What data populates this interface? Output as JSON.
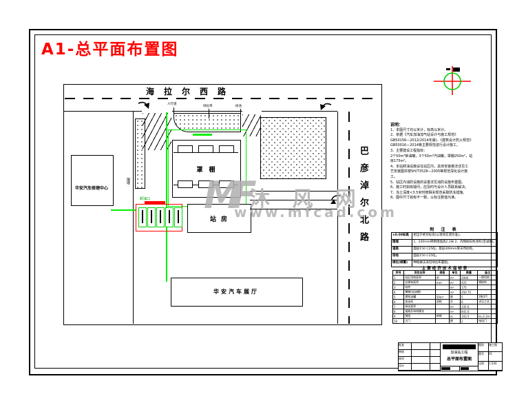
{
  "title": "A1-总平面布置图",
  "watermark": {
    "logo": "MF",
    "brand": "沐 风 网",
    "url": "www.mfcad.com"
  },
  "plan": {
    "road_north": "海拉尔西路",
    "road_east": "巴彦淖尔北路",
    "repair_center": "华安汽车修理中心",
    "canopy": "罩棚",
    "station_house": "站房",
    "showroom": "华安汽车展厅",
    "callout_1": "人行道",
    "callout_2": "绿化带",
    "callout_3": "树池",
    "unload_label": "卸油口",
    "fence_label": "围墙"
  },
  "notes": {
    "heading": "说明：",
    "lines": [
      "1、本图尺寸均以米计，标高以米计。",
      "2、依据《汽车加油加气站设计与施工规范》",
      "GB50156—2012(2014年版)、《建筑设计防火规范》",
      "GB50016—2014等主要规范进行设计施工。",
      "3、主要建设工程指标：",
      "2个50m³柴油罐，3个50m³汽油罐，罩棚250m²，站",
      "房175m²。",
      "4、本站卸油设施设在站区内，具体安装做法详见工",
      "艺安装图并按SH/T3528—2005等规范深化设计施",
      "工。",
      "5、站区内消防设施的设置详见消防设施布置图。",
      "6、施工时如有疑问，应及时与设计人员联系解决。",
      "7、冻土深度<3.5米时按相关规范采取防冻措施。",
      "8、图中尺寸如有不一致，以标注数值为准。"
    ]
  },
  "legend_table": {
    "title": "附 注 表",
    "rows": [
      {
        "label": "±0.00标高",
        "desc": "相当于绝对标高(以现场实测为准)。"
      },
      {
        "label": "围墙",
        "desc": "1、240mm砖砌围墙高2.2米 2、内侧刷白色涂料(见详图)。"
      },
      {
        "label": "道路",
        "desc": "面层150 C25砼，基层300mm厚天然砂砾。"
      },
      {
        "label": "场地",
        "desc": "面层150 C25砼。"
      },
      {
        "label": "绿化(绿篱)",
        "desc": "种植做法详见绿化布置图。"
      }
    ]
  },
  "indicator_table": {
    "title": "主要经济技术指标表",
    "headers": [
      "序号",
      "项目名称",
      "规格",
      "单位",
      "数量",
      "备注"
    ],
    "rows": [
      [
        "1",
        "站区用地面积",
        "亩",
        "m²",
        "2000",
        "一期用地"
      ],
      [
        "2",
        "总建筑面积",
        "mm",
        "m²",
        "425",
        "钢结构"
      ],
      [
        "3",
        "站房",
        "",
        "m²",
        "175",
        ""
      ],
      [
        "4",
        "罩棚(加油棚)",
        "",
        "m²",
        "250.75",
        ""
      ],
      [
        "5",
        "埋地油罐",
        "50m³",
        "座",
        "5",
        "2柴3汽"
      ],
      [
        "6",
        "加油机",
        "双枪",
        "台",
        "6",
        "详见工艺"
      ],
      [
        "7",
        "绿化面积",
        "",
        "m²",
        "335.6",
        ""
      ],
      [
        "8",
        "道路及场地硬化",
        "",
        "m²",
        "841.6",
        ""
      ],
      [
        "9",
        "围墙",
        "砖砌",
        "m",
        "103.5",
        "H=2.2m"
      ],
      [
        "10",
        "大门",
        "",
        "樘",
        "2",
        "电动门"
      ]
    ]
  },
  "title_block": {
    "roles": [
      "批准",
      "审核",
      "校对",
      "设计"
    ],
    "project": "加油站工程",
    "drawing_name": "总平面布置图",
    "fields": [
      {
        "k": "图别",
        "v": "施工图"
      },
      {
        "k": "图号",
        "v": "01"
      },
      {
        "k": "比例",
        "v": "1:500"
      }
    ]
  },
  "colors": {
    "accent_red": "#ff0000",
    "cad_green": "#00f000",
    "watermark_gray": "#b0b0b0"
  }
}
